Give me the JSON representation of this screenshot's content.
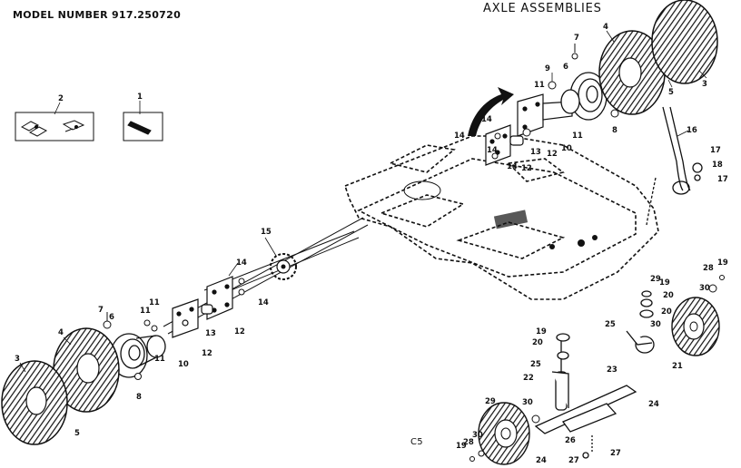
{
  "header": {
    "model_label": "MODEL NUMBER 917.250720",
    "title": "AXLE ASSEMBLIES"
  },
  "footer": {
    "page_code": "C5"
  },
  "callouts": [
    {
      "id": "c1",
      "text": "1"
    },
    {
      "id": "c2",
      "text": "2"
    },
    {
      "id": "c3",
      "text": "3"
    },
    {
      "id": "c3b",
      "text": "3"
    },
    {
      "id": "c4",
      "text": "4"
    },
    {
      "id": "c4b",
      "text": "4"
    },
    {
      "id": "c5",
      "text": "5"
    },
    {
      "id": "c5b",
      "text": "5"
    },
    {
      "id": "c6",
      "text": "6"
    },
    {
      "id": "c6b",
      "text": "6"
    },
    {
      "id": "c7",
      "text": "7"
    },
    {
      "id": "c7b",
      "text": "7"
    },
    {
      "id": "c8",
      "text": "8"
    },
    {
      "id": "c8b",
      "text": "8"
    },
    {
      "id": "c9",
      "text": "9"
    },
    {
      "id": "c10",
      "text": "10"
    },
    {
      "id": "c10b",
      "text": "10"
    },
    {
      "id": "c11",
      "text": "11"
    },
    {
      "id": "c11b",
      "text": "11"
    },
    {
      "id": "c11c",
      "text": "11"
    },
    {
      "id": "c11d",
      "text": "11"
    },
    {
      "id": "c11e",
      "text": "11"
    },
    {
      "id": "c12",
      "text": "12"
    },
    {
      "id": "c12b",
      "text": "12"
    },
    {
      "id": "c12c",
      "text": "12"
    },
    {
      "id": "c12d",
      "text": "12"
    },
    {
      "id": "c13",
      "text": "13"
    },
    {
      "id": "c13b",
      "text": "13"
    },
    {
      "id": "c14",
      "text": "14"
    },
    {
      "id": "c14b",
      "text": "14"
    },
    {
      "id": "c14c",
      "text": "14"
    },
    {
      "id": "c14d",
      "text": "14"
    },
    {
      "id": "c14e",
      "text": "14"
    },
    {
      "id": "c14f",
      "text": "14"
    },
    {
      "id": "c15",
      "text": "15"
    },
    {
      "id": "c16",
      "text": "16"
    },
    {
      "id": "c17",
      "text": "17"
    },
    {
      "id": "c17b",
      "text": "17"
    },
    {
      "id": "c18",
      "text": "18"
    },
    {
      "id": "c19",
      "text": "19"
    },
    {
      "id": "c19b",
      "text": "19"
    },
    {
      "id": "c19c",
      "text": "19"
    },
    {
      "id": "c19d",
      "text": "19"
    },
    {
      "id": "c20",
      "text": "20"
    },
    {
      "id": "c20b",
      "text": "20"
    },
    {
      "id": "c20c",
      "text": "20"
    },
    {
      "id": "c21",
      "text": "21"
    },
    {
      "id": "c22",
      "text": "22"
    },
    {
      "id": "c23",
      "text": "23"
    },
    {
      "id": "c24",
      "text": "24"
    },
    {
      "id": "c24b",
      "text": "24"
    },
    {
      "id": "c25",
      "text": "25"
    },
    {
      "id": "c25b",
      "text": "25"
    },
    {
      "id": "c26",
      "text": "26"
    },
    {
      "id": "c27",
      "text": "27"
    },
    {
      "id": "c27b",
      "text": "27"
    },
    {
      "id": "c28",
      "text": "28"
    },
    {
      "id": "c28b",
      "text": "28"
    },
    {
      "id": "c29",
      "text": "29"
    },
    {
      "id": "c29b",
      "text": "29"
    },
    {
      "id": "c30",
      "text": "30"
    },
    {
      "id": "c30b",
      "text": "30"
    },
    {
      "id": "c30c",
      "text": "30"
    },
    {
      "id": "c30d",
      "text": "30"
    }
  ]
}
